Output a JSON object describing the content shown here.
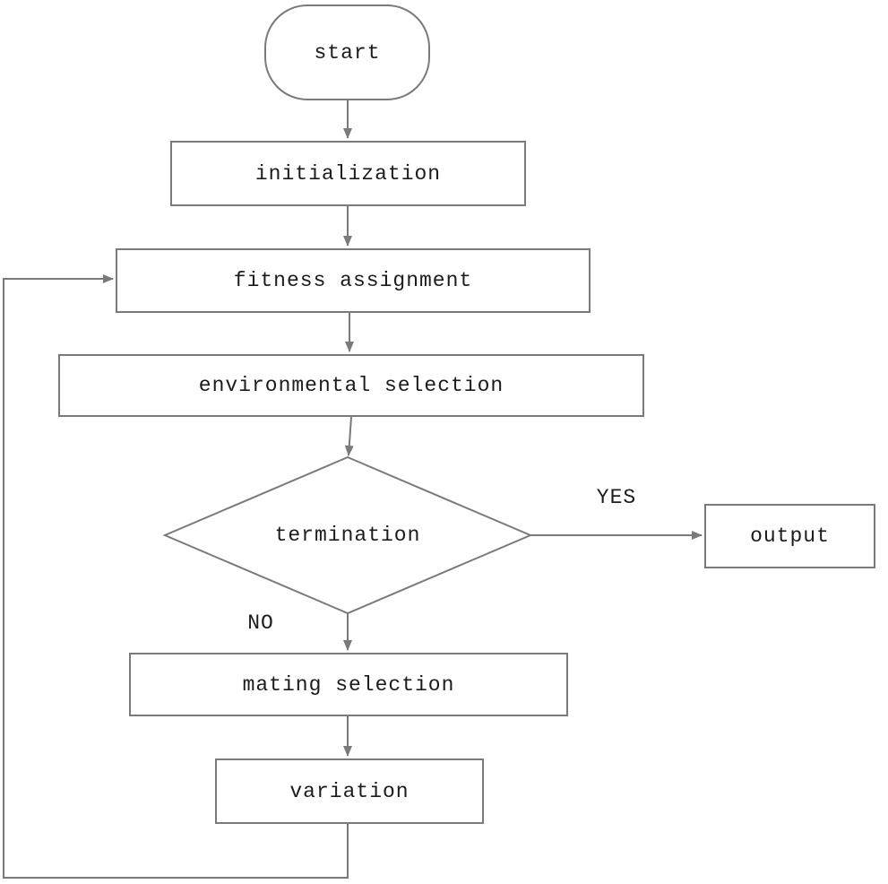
{
  "diagram": {
    "description": "evolutionary algorithm flowchart",
    "colors": {
      "line": "#7a7a7a",
      "text": "#1c1c1c",
      "background": "#ffffff"
    },
    "nodes": {
      "start": {
        "label": "start",
        "shape": "terminator"
      },
      "initialization": {
        "label": "initialization",
        "shape": "process"
      },
      "fitness": {
        "label": "fitness assignment",
        "shape": "process"
      },
      "environmental": {
        "label": "environmental selection",
        "shape": "process"
      },
      "termination": {
        "label": "termination",
        "shape": "decision"
      },
      "output": {
        "label": "output",
        "shape": "process"
      },
      "mating": {
        "label": "mating selection",
        "shape": "process"
      },
      "variation": {
        "label": "variation",
        "shape": "process"
      }
    },
    "edge_labels": {
      "yes": "YES",
      "no": "NO"
    },
    "edges": [
      "start -> initialization",
      "initialization -> fitness assignment",
      "fitness assignment -> environmental selection",
      "environmental selection -> termination",
      "termination -YES-> output",
      "termination -NO-> mating selection",
      "mating selection -> variation",
      "variation -> fitness assignment (loop back)"
    ]
  }
}
